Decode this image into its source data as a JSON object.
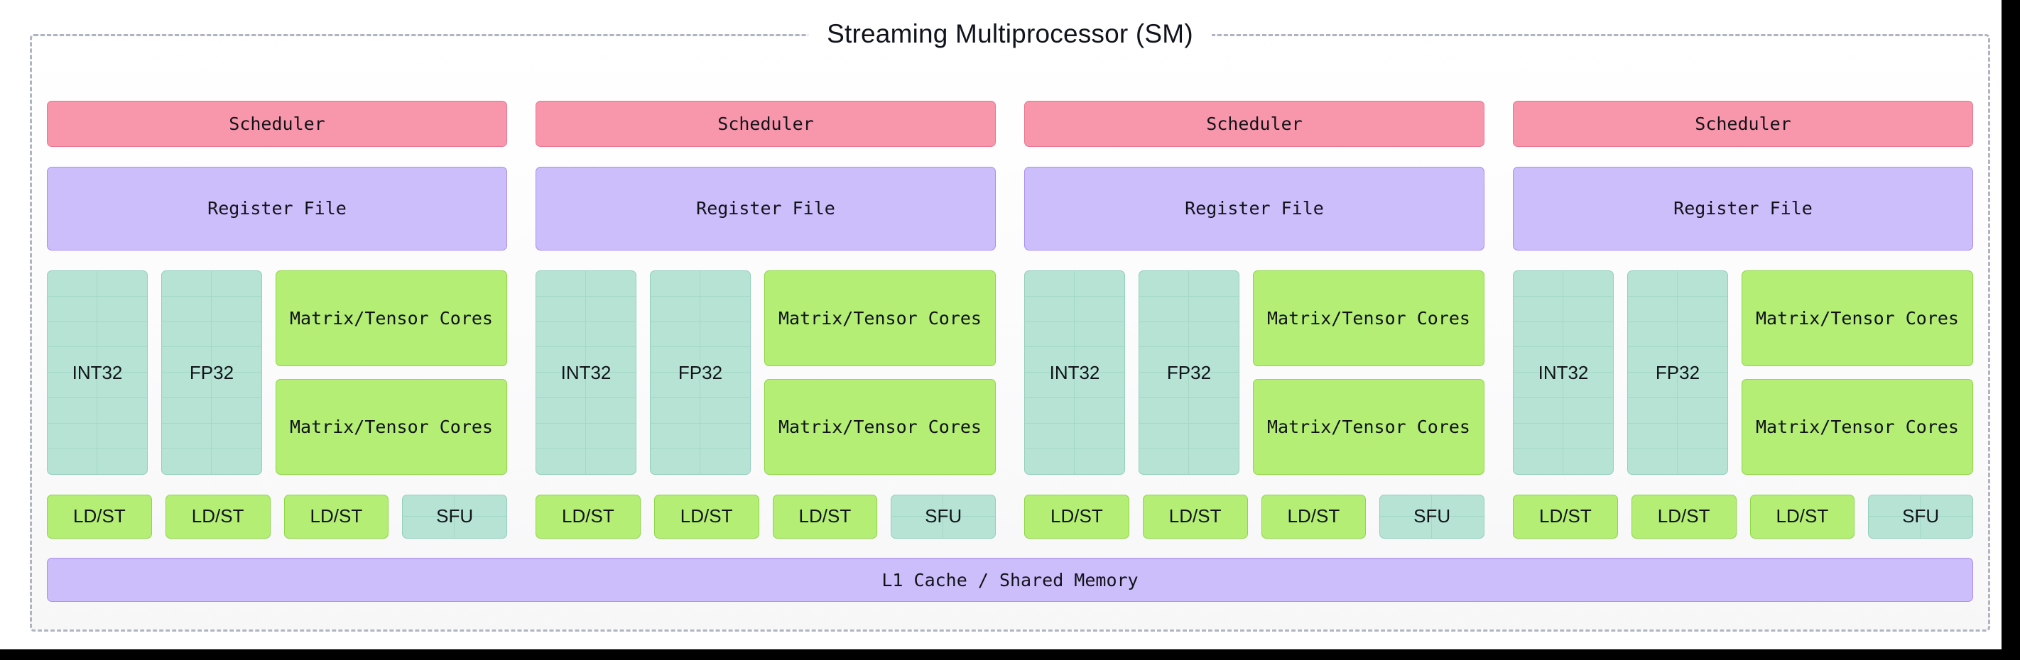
{
  "diagram": {
    "title": "Streaming Multiprocessor (SM)",
    "shared": {
      "l1_label": "L1 Cache / Shared Memory"
    },
    "colors": {
      "scheduler_fill": "#f896ab",
      "scheduler_stroke": "#e8758f",
      "register_file_fill": "#ccbdfb",
      "register_file_stroke": "#a98fef",
      "core_lane_fill": "#b6e3d4",
      "core_lane_stroke": "#93cfbc",
      "tensor_fill": "#b4ee74",
      "tensor_stroke": "#8ed746",
      "outer_border": "#aeb4c0",
      "text": "#111319"
    },
    "quadrants": [
      {
        "scheduler": "Scheduler",
        "register_file": "Register File",
        "lanes": [
          {
            "label": "INT32",
            "rows": 8,
            "cols": 2
          },
          {
            "label": "FP32",
            "rows": 8,
            "cols": 2
          }
        ],
        "tensor_cores": [
          "Matrix/Tensor Cores",
          "Matrix/Tensor Cores"
        ],
        "units": [
          {
            "label": "LD/ST",
            "type": "ldst"
          },
          {
            "label": "LD/ST",
            "type": "ldst"
          },
          {
            "label": "LD/ST",
            "type": "ldst"
          },
          {
            "label": "SFU",
            "type": "sfu"
          }
        ]
      },
      {
        "scheduler": "Scheduler",
        "register_file": "Register File",
        "lanes": [
          {
            "label": "INT32",
            "rows": 8,
            "cols": 2
          },
          {
            "label": "FP32",
            "rows": 8,
            "cols": 2
          }
        ],
        "tensor_cores": [
          "Matrix/Tensor Cores",
          "Matrix/Tensor Cores"
        ],
        "units": [
          {
            "label": "LD/ST",
            "type": "ldst"
          },
          {
            "label": "LD/ST",
            "type": "ldst"
          },
          {
            "label": "LD/ST",
            "type": "ldst"
          },
          {
            "label": "SFU",
            "type": "sfu"
          }
        ]
      },
      {
        "scheduler": "Scheduler",
        "register_file": "Register File",
        "lanes": [
          {
            "label": "INT32",
            "rows": 8,
            "cols": 2
          },
          {
            "label": "FP32",
            "rows": 8,
            "cols": 2
          }
        ],
        "tensor_cores": [
          "Matrix/Tensor Cores",
          "Matrix/Tensor Cores"
        ],
        "units": [
          {
            "label": "LD/ST",
            "type": "ldst"
          },
          {
            "label": "LD/ST",
            "type": "ldst"
          },
          {
            "label": "LD/ST",
            "type": "ldst"
          },
          {
            "label": "SFU",
            "type": "sfu"
          }
        ]
      },
      {
        "scheduler": "Scheduler",
        "register_file": "Register File",
        "lanes": [
          {
            "label": "INT32",
            "rows": 8,
            "cols": 2
          },
          {
            "label": "FP32",
            "rows": 8,
            "cols": 2
          }
        ],
        "tensor_cores": [
          "Matrix/Tensor Cores",
          "Matrix/Tensor Cores"
        ],
        "units": [
          {
            "label": "LD/ST",
            "type": "ldst"
          },
          {
            "label": "LD/ST",
            "type": "ldst"
          },
          {
            "label": "LD/ST",
            "type": "ldst"
          },
          {
            "label": "SFU",
            "type": "sfu"
          }
        ]
      }
    ]
  }
}
